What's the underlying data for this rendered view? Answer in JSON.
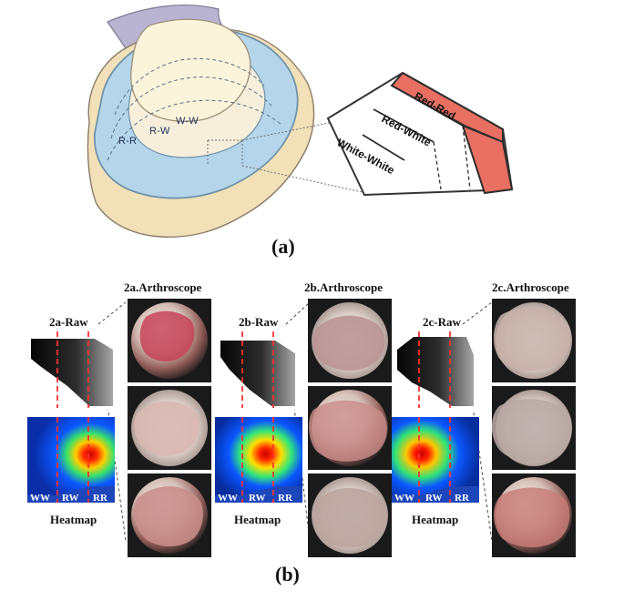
{
  "figure": {
    "panel_a_label": "(a)",
    "panel_b_label": "(b)"
  },
  "panel_a": {
    "zones": {
      "ww": "W-W",
      "rw": "R-W",
      "rr": "R-R"
    },
    "wedge": {
      "red_red": "Red-Red",
      "red_white": "Red-White",
      "white_white": "White-White"
    },
    "colors": {
      "meniscus_blue": "#b7d7ea",
      "bone": "#f2e3bf",
      "wedge_red": "#e46c5c"
    }
  },
  "panel_b": {
    "groups": [
      {
        "raw_label": "2a-Raw",
        "arthroscope_label": "2a.Arthroscope",
        "heatmap_label": "Heatmap",
        "axis": [
          "WW",
          "RW",
          "RR"
        ]
      },
      {
        "raw_label": "2b-Raw",
        "arthroscope_label": "2b.Arthroscope",
        "heatmap_label": "Heatmap",
        "axis": [
          "WW",
          "RW",
          "RR"
        ]
      },
      {
        "raw_label": "2c-Raw",
        "arthroscope_label": "2c.Arthroscope",
        "heatmap_label": "Heatmap",
        "axis": [
          "WW",
          "RW",
          "RR"
        ]
      }
    ]
  }
}
